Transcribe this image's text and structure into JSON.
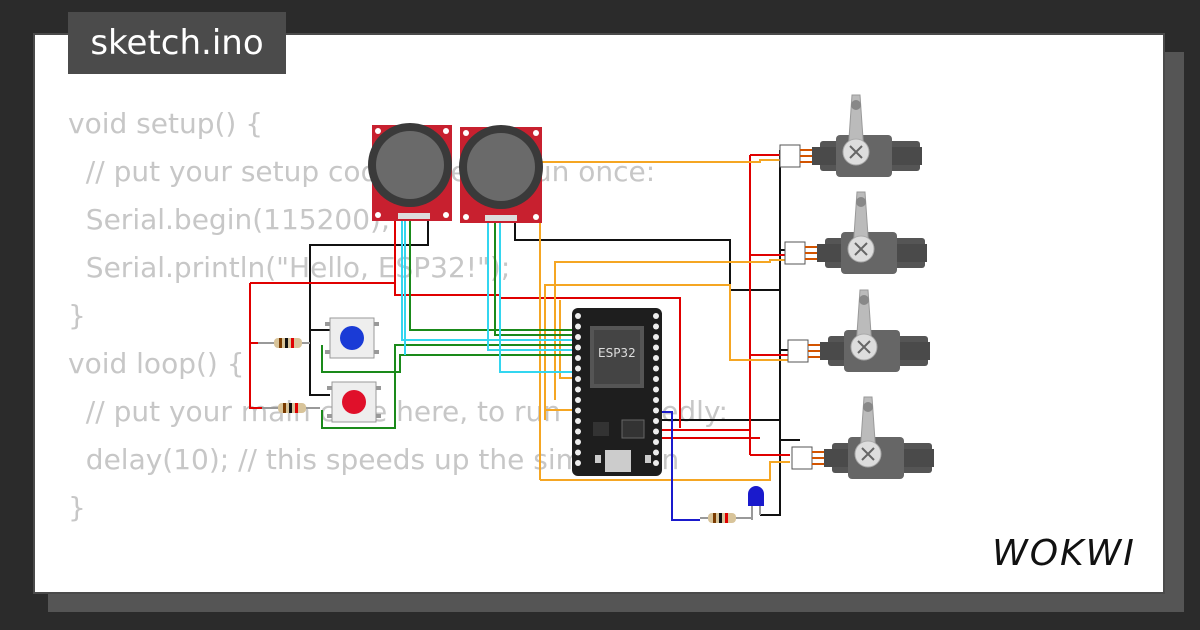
{
  "tab": {
    "title": "sketch.ino"
  },
  "code": {
    "lines": [
      "void setup() {",
      "  // put your setup code here, to run once:",
      "  Serial.begin(115200);",
      "  Serial.println(\"Hello, ESP32!\");",
      "}",
      "",
      "void loop() {",
      "  // put your main code here, to run repeatedly:",
      "  delay(10); // this speeds up the simulation",
      "}"
    ]
  },
  "board": {
    "label": "ESP32"
  },
  "brand": {
    "name": "WOKWI"
  },
  "colors": {
    "background": "#2b2b2b",
    "card": "#ffffff",
    "tab": "#4b4b4b",
    "code_text": "#c7c7c7",
    "joystick_pcb": "#c8202f",
    "button_blue": "#1a3bd6",
    "button_red": "#e0102a",
    "wire_red": "#e00000",
    "wire_orange": "#f5a623",
    "wire_green": "#1a8a1a",
    "wire_cyan": "#33d6f0",
    "wire_blue": "#1a1acc",
    "wire_black": "#111111"
  }
}
